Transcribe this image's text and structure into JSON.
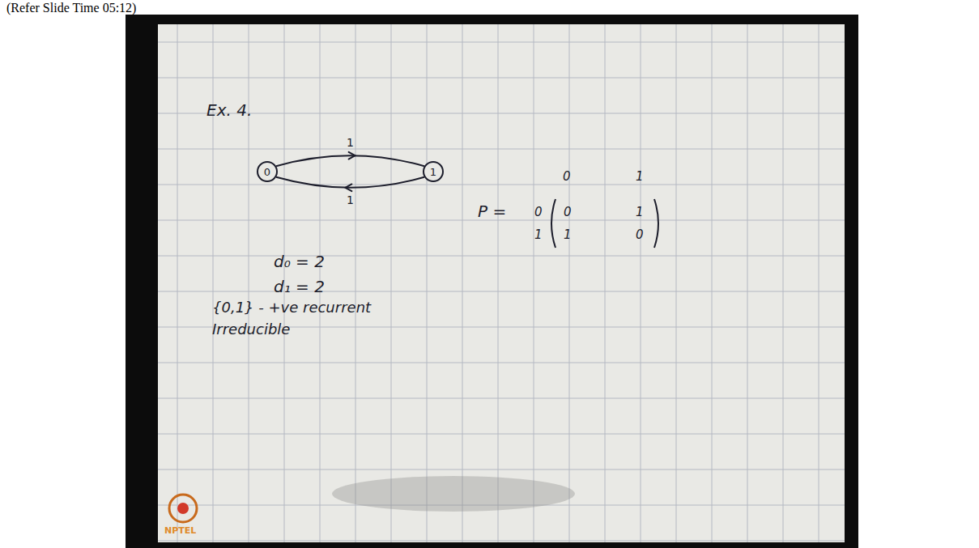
{
  "diagram": {
    "nodes": [
      {
        "text": [
          "0"
        ]
      },
      {
        "text": [
          "1"
        ]
      }
    ],
    "edges": [
      {
        "from": 0,
        "to": 1,
        "label": "1",
        "arrow": "to"
      },
      {
        "from": 1,
        "to": 0,
        "label": "1",
        "arrow": "to"
      }
    ],
    "labels": [
      "(Refer Slide Time 05:12)",
      "Ex. 4.",
      "P =",
      "0",
      "1",
      "0",
      "1",
      "0",
      "1",
      "1",
      "0",
      "d₀ = 2",
      "d₁ = 2",
      "{0,1} - +ve recurrent",
      "Irreducible",
      "NPTEL"
    ]
  }
}
